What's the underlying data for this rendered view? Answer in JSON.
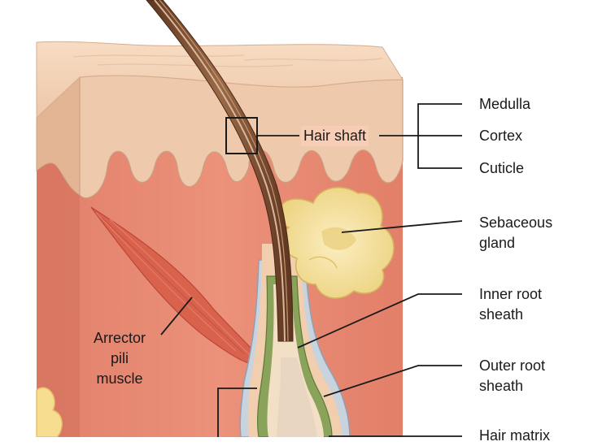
{
  "diagram": {
    "colors": {
      "skin_top": "#f1d2b7",
      "epidermis": "#efc8aa",
      "dermis": "#e7876f",
      "dermis_light": "#f0a088",
      "hair": "#7a4a2e",
      "gland": "#f6e09a",
      "muscle": "#d9624c",
      "inner_root_sheath": "#7f9a50",
      "outer_root_sheath": "#b9c7d4"
    },
    "labels": {
      "medulla": "Medulla",
      "cortex": "Cortex",
      "cuticle": "Cuticle",
      "hair_shaft": "Hair shaft",
      "sebaceous_gland": "Sebaceous\ngland",
      "inner_root_sheath": "Inner root\nsheath",
      "outer_root_sheath": "Outer root\nsheath",
      "hair_matrix": "Hair matrix",
      "arrector_pili_muscle": "Arrector\npili\nmuscle"
    }
  }
}
